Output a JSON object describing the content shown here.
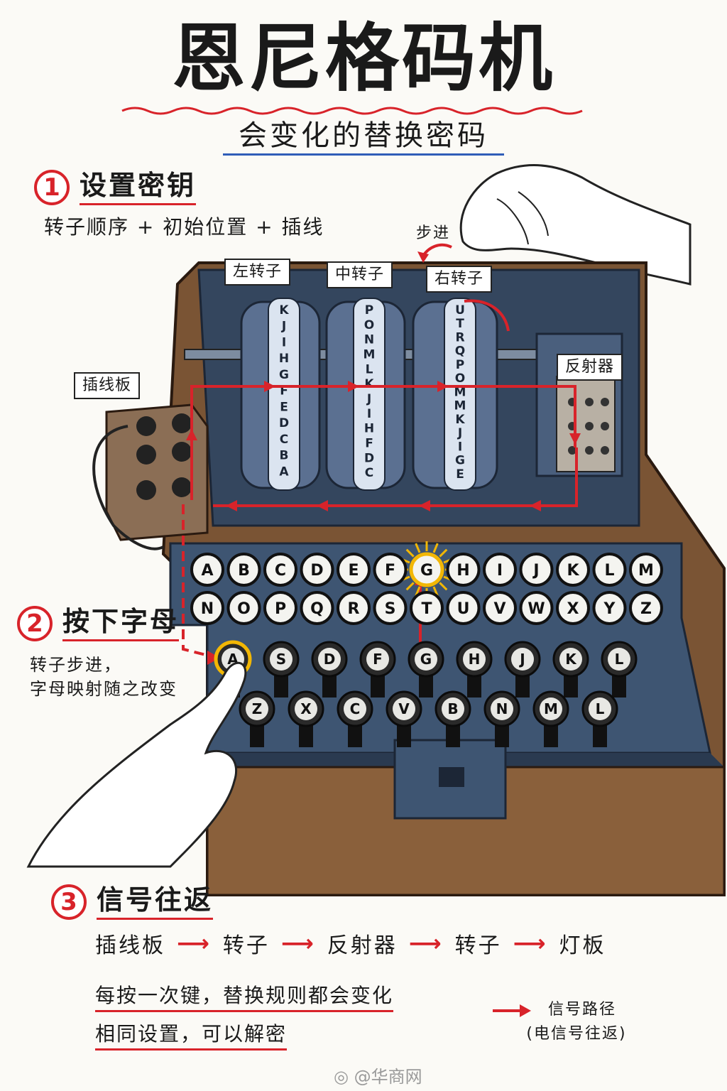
{
  "title": "恩尼格码机",
  "subtitle": "会变化的替换密码",
  "steps": [
    {
      "num": "1",
      "label": "设置密钥",
      "desc": "转子顺序 + 初始位置 + 插线"
    },
    {
      "num": "2",
      "label": "按下字母",
      "desc_lines": [
        "转子步进，",
        "字母映射随之改变"
      ]
    },
    {
      "num": "3",
      "label": "信号往返"
    }
  ],
  "labels": {
    "left_rotor": "左转子",
    "middle_rotor": "中转子",
    "right_rotor": "右转子",
    "reflector": "反射器",
    "plugboard": "插线板",
    "step_forward": "步进"
  },
  "rotors": {
    "left": [
      "K",
      "J",
      "I",
      "H",
      "G",
      "F",
      "E",
      "D",
      "C",
      "B",
      "A"
    ],
    "middle": [
      "P",
      "O",
      "N",
      "M",
      "L",
      "K",
      "J",
      "I",
      "H",
      "F",
      "D",
      "C"
    ],
    "right": [
      "U",
      "T",
      "R",
      "Q",
      "P",
      "O",
      "M",
      "M",
      "K",
      "J",
      "I",
      "G",
      "E"
    ]
  },
  "lampboard": {
    "row1": [
      "A",
      "B",
      "C",
      "D",
      "E",
      "F",
      "G",
      "H",
      "I",
      "J",
      "K",
      "L",
      "M"
    ],
    "row2": [
      "N",
      "O",
      "P",
      "Q",
      "R",
      "S",
      "T",
      "U",
      "V",
      "W",
      "X",
      "Y",
      "Z"
    ],
    "lit": "G"
  },
  "keyboard": {
    "row1": [
      "A",
      "S",
      "D",
      "F",
      "G",
      "H",
      "J",
      "K",
      "L"
    ],
    "row2": [
      "Z",
      "X",
      "C",
      "V",
      "B",
      "N",
      "M",
      "L"
    ],
    "pressed": "A"
  },
  "flow": [
    "插线板",
    "转子",
    "反射器",
    "转子",
    "灯板"
  ],
  "notes": [
    "每按一次键，替换规则都会变化",
    "相同设置，可以解密"
  ],
  "legend": {
    "line1": "信号路径",
    "line2": "(电信号往返)"
  },
  "watermark": "华商网",
  "colors": {
    "accent": "#d8232a",
    "steel": "#3e5572",
    "wood": "#7a5434",
    "underline_blue": "#2f5db8"
  }
}
